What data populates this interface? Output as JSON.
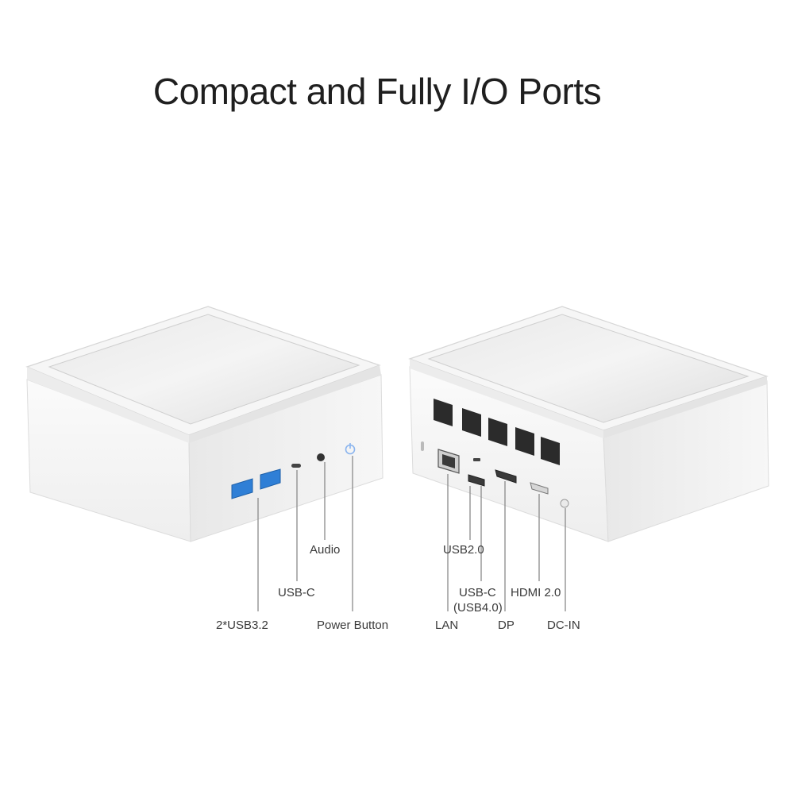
{
  "title": "Compact and Fully I/O Ports",
  "front_labels": {
    "usb32": "2*USB3.2",
    "usbc": "USB-C",
    "audio": "Audio",
    "power": "Power Button"
  },
  "rear_labels": {
    "usb20": "USB2.0",
    "usbc_line1": "USB-C",
    "usbc_line2": "(USB4.0)",
    "hdmi": "HDMI 2.0",
    "lan": "LAN",
    "dp": "DP",
    "dcin": "DC-IN"
  },
  "colors": {
    "usb3_port": "#2f7fd6",
    "power_icon": "#8ab4ee",
    "vent": "#2b2b2b"
  }
}
